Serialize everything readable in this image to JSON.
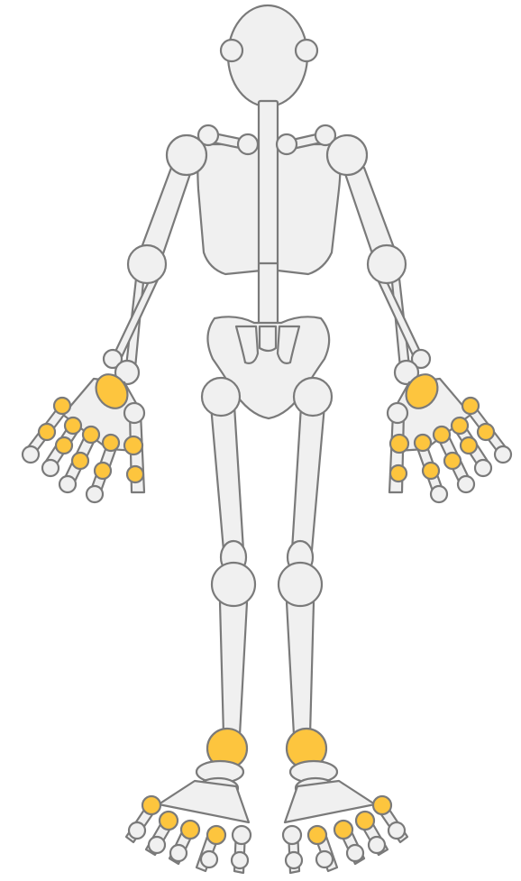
{
  "colors": {
    "bone_fill": "#f0f0f0",
    "bone_stroke": "#7a7a7a",
    "highlight": "#fdc53e",
    "background": "#ffffff"
  },
  "highlighted_regions": [
    "left-wrist",
    "right-wrist",
    "left-finger-joints",
    "right-finger-joints",
    "left-ankle",
    "right-ankle",
    "left-toe-joints",
    "right-toe-joints"
  ]
}
